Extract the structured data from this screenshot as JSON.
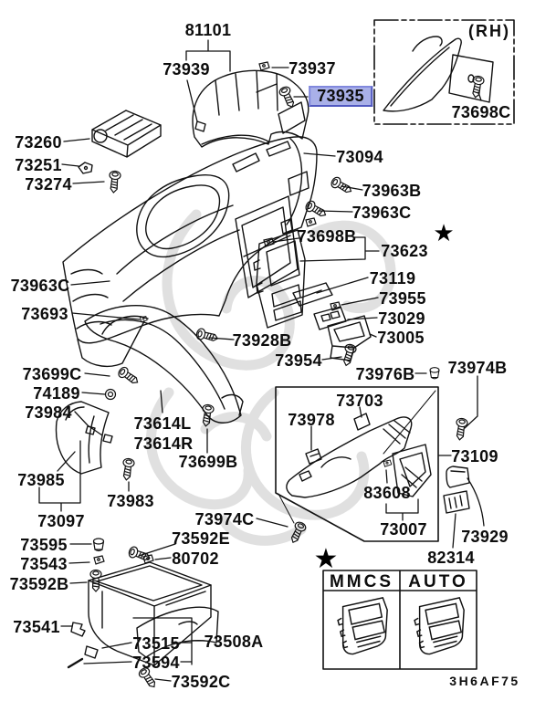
{
  "page": {
    "diagram_code": "3H6AF75"
  },
  "markers": {
    "star": "★"
  },
  "highlight": {
    "part": "73935",
    "fill": "#a9b0e8",
    "border": "#5058c0"
  },
  "variant_table": {
    "columns": [
      "MMCS",
      "AUTO"
    ]
  },
  "labels": [
    {
      "part": "81101"
    },
    {
      "part": "73939"
    },
    {
      "part": "73937"
    },
    {
      "part": "73935"
    },
    {
      "part": "(RH)"
    },
    {
      "part": "73698C"
    },
    {
      "part": "73260"
    },
    {
      "part": "73251"
    },
    {
      "part": "73274"
    },
    {
      "part": "73094"
    },
    {
      "part": "73963B"
    },
    {
      "part": "73963C"
    },
    {
      "part": "73698B"
    },
    {
      "part": "73623"
    },
    {
      "part": "73119"
    },
    {
      "part": "73955"
    },
    {
      "part": "73029"
    },
    {
      "part": "73005"
    },
    {
      "part": "73928B"
    },
    {
      "part": "73954"
    },
    {
      "part": "73963C"
    },
    {
      "part": "73693"
    },
    {
      "part": "73699C"
    },
    {
      "part": "74189"
    },
    {
      "part": "73984"
    },
    {
      "part": "73614L"
    },
    {
      "part": "73614R"
    },
    {
      "part": "73699B"
    },
    {
      "part": "73985"
    },
    {
      "part": "73983"
    },
    {
      "part": "73097"
    },
    {
      "part": "73976B"
    },
    {
      "part": "73974B"
    },
    {
      "part": "73703"
    },
    {
      "part": "73978"
    },
    {
      "part": "73109"
    },
    {
      "part": "83608"
    },
    {
      "part": "73007"
    },
    {
      "part": "73929"
    },
    {
      "part": "82314"
    },
    {
      "part": "73974C"
    },
    {
      "part": "73592E"
    },
    {
      "part": "73595"
    },
    {
      "part": "80702"
    },
    {
      "part": "73543"
    },
    {
      "part": "73592B"
    },
    {
      "part": "73541"
    },
    {
      "part": "73515"
    },
    {
      "part": "73508A"
    },
    {
      "part": "73594"
    },
    {
      "part": "73592C"
    }
  ]
}
